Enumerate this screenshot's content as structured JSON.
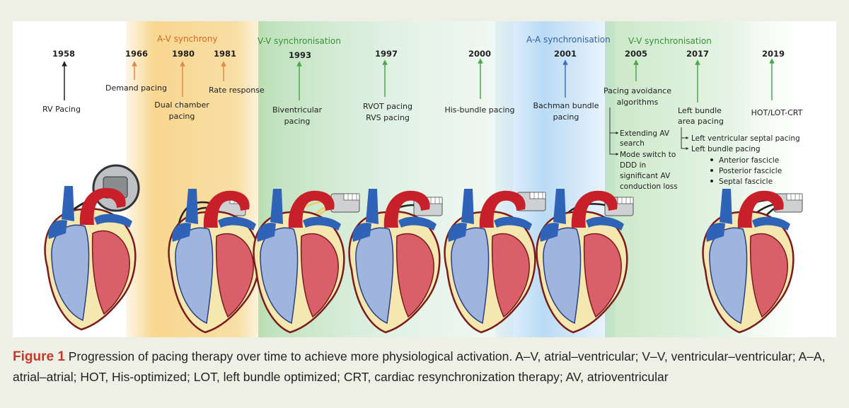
{
  "colors": {
    "av_band": "#f5c96a",
    "vv_band": "#9fd49a",
    "aa_band": "#9ccbf0",
    "av_arrow": "#e08a4a",
    "vv_arrow": "#4aa84a",
    "aa_arrow": "#3d6fc0",
    "aorta_red": "#c8202a",
    "vein_blue": "#2f63b8",
    "chamber_light_blue": "#9fb5dd",
    "chamber_pink": "#d9606a",
    "caption_label": "#c0392b",
    "device_gray": "#cfd0d2"
  },
  "eras": {
    "av": "A-V synchrony",
    "vv1": "V-V synchronisation",
    "aa": "A-A synchronisation",
    "vv2": "V-V synchronisation"
  },
  "milestones": [
    {
      "year": "1958",
      "label": [
        "RV Pacing"
      ]
    },
    {
      "year": "1966",
      "label": [
        "Demand pacing"
      ]
    },
    {
      "year": "1980",
      "label": [
        "Dual chamber",
        "pacing"
      ]
    },
    {
      "year": "1981",
      "label": [
        "Rate response"
      ]
    },
    {
      "year": "1993",
      "label": [
        "Biventricular",
        "pacing"
      ]
    },
    {
      "year": "1997",
      "label": [
        "RVOT pacing",
        "RVS pacing"
      ]
    },
    {
      "year": "2000",
      "label": [
        "His-bundle pacing"
      ]
    },
    {
      "year": "2001",
      "label": [
        "Bachman bundle",
        "pacing"
      ]
    },
    {
      "year": "2005",
      "label": [
        "Pacing avoidance",
        "algorithms"
      ]
    },
    {
      "year": "2017",
      "label": [
        "Left bundle",
        "area pacing"
      ]
    },
    {
      "year": "2019",
      "label": [
        "HOT/LOT-CRT"
      ]
    }
  ],
  "sub_items_2005": [
    "Extending AV",
    "search",
    "Mode switch to",
    "DDD in",
    "significant AV",
    "conduction loss"
  ],
  "sub_items_2017": [
    "Left ventricular septal pacing",
    "Left bundle pacing"
  ],
  "fascicles": [
    "Anterior fascicle",
    "Posterior fascicle",
    "Septal fascicle"
  ],
  "caption": {
    "label": "Figure 1",
    "text": " Progression of pacing therapy over time to achieve more physiological activation. A–V, atrial–ventricular; V–V, ventricular–ventricular; A–A, atrial–atrial; HOT, His-optimized; LOT, left bundle optimized; CRT, cardiac resynchronization therapy; AV, atrioventricular"
  }
}
